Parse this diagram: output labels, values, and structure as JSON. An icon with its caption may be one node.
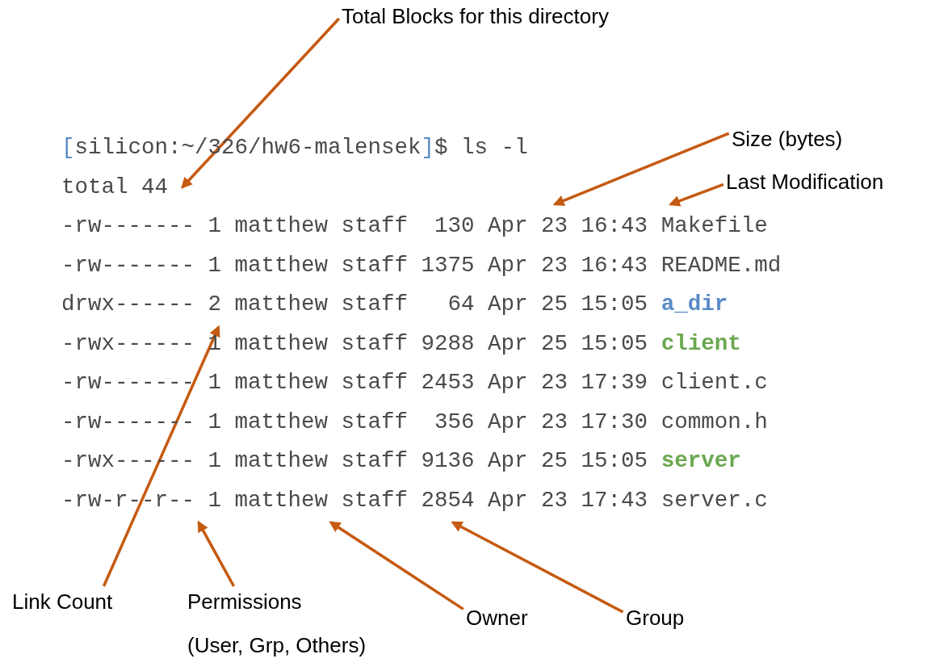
{
  "diagram": {
    "nodes": [
      {
        "text": [
          "Total Blocks for this directory"
        ]
      },
      {
        "text": [
          "Size (bytes)"
        ]
      },
      {
        "text": [
          "Last Modification"
        ]
      },
      {
        "text": [
          "Link Count"
        ]
      },
      {
        "text": [
          "Permissions",
          "(User, Grp, Others)"
        ]
      },
      {
        "text": [
          "Owner"
        ]
      },
      {
        "text": [
          "Group"
        ]
      },
      {
        "text": [
          "total 44"
        ]
      },
      {
        "text": [
          "-rw------- 1 matthew staff  130 Apr 23 16:43",
          "Makefile"
        ]
      },
      {
        "text": [
          "-rw------- 1 matthew staff 1375 Apr 23 16:43",
          "README.md"
        ]
      },
      {
        "text": [
          "drwx------ 2 matthew staff   64 Apr 25 15:05",
          "a_dir"
        ]
      },
      {
        "text": [
          "-rwx------ 1 matthew staff 9288 Apr 25 15:05",
          "client"
        ]
      },
      {
        "text": [
          "-rw------- 1 matthew staff 2453 Apr 23 17:39",
          "client.c"
        ]
      },
      {
        "text": [
          "-rw------- 1 matthew staff  356 Apr 23 17:30",
          "common.h"
        ]
      },
      {
        "text": [
          "-rwx------ 1 matthew staff 9136 Apr 25 15:05",
          "server"
        ]
      },
      {
        "text": [
          "-rw-r--r-- 1 matthew staff 2854 Apr 23 17:43",
          "server.c"
        ]
      }
    ],
    "edges": [
      {
        "from": 0,
        "to": 7,
        "arrow": "to"
      },
      {
        "from": 1,
        "to": 8,
        "arrow": "to"
      },
      {
        "from": 2,
        "to": 8,
        "arrow": "to"
      },
      {
        "from": 3,
        "to": 10,
        "arrow": "to"
      },
      {
        "from": 4,
        "to": 15,
        "arrow": "to"
      },
      {
        "from": 5,
        "to": 15,
        "arrow": "to"
      },
      {
        "from": 6,
        "to": 15,
        "arrow": "to"
      }
    ],
    "labels": [
      "[",
      "silicon:~/326/hw6-malensek",
      "]",
      "$ ls -l"
    ]
  }
}
